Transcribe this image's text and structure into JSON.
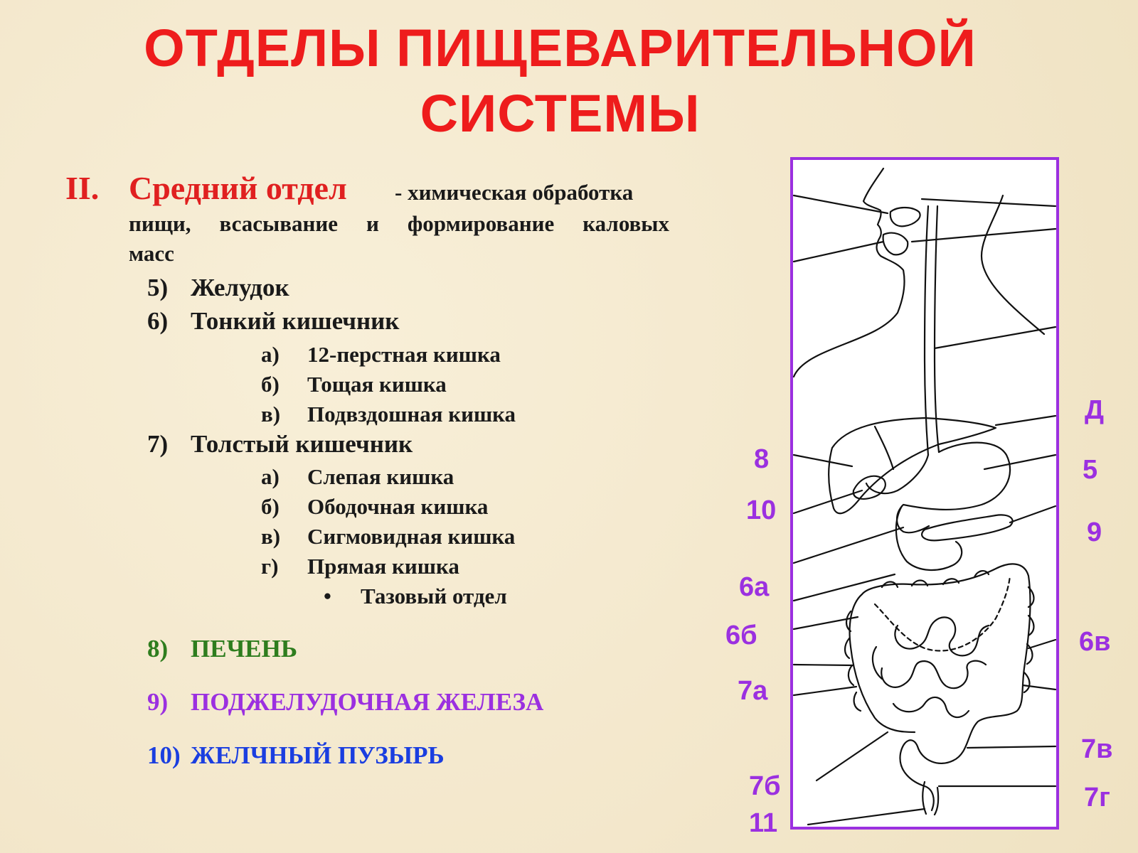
{
  "title": {
    "line1": "ОТДЕЛЫ ПИЩЕВАРИТЕЛЬНОЙ",
    "line2": "СИСТЕМЫ"
  },
  "section": {
    "number": "II.",
    "heading": "Средний отдел",
    "description_1": "- химическая обработка",
    "description_2": "пищи, всасывание и формирование каловых",
    "description_3": "масс"
  },
  "list": [
    {
      "num": "5)",
      "label": "Желудок"
    },
    {
      "num": "6)",
      "label": "Тонкий кишечник",
      "sub": [
        {
          "num": "а)",
          "label": "12-перстная кишка"
        },
        {
          "num": "б)",
          "label": "Тощая кишка"
        },
        {
          "num": "в)",
          "label": "Подвздошная кишка"
        }
      ]
    },
    {
      "num": "7)",
      "label": "Толстый кишечник",
      "sub": [
        {
          "num": "а)",
          "label": "Слепая кишка"
        },
        {
          "num": "б)",
          "label": "Ободочная кишка"
        },
        {
          "num": "в)",
          "label": "Сигмовидная кишка"
        },
        {
          "num": "г)",
          "label": "Прямая кишка"
        }
      ],
      "bullet": {
        "mark": "•",
        "label": "Тазовый отдел"
      }
    }
  ],
  "glands": [
    {
      "num": "8)",
      "label": "ПЕЧЕНЬ",
      "color": "#2e7d1e"
    },
    {
      "num": "9)",
      "label": "ПОДЖЕЛУДОЧНАЯ ЖЕЛЕЗА",
      "color": "#9b30e0"
    },
    {
      "num": "10)",
      "label": "ЖЕЛЧНЫЙ ПУЗЫРЬ",
      "color": "#1a3ee0"
    }
  ],
  "figure_labels": {
    "left": [
      "8",
      "10",
      "6а",
      "6б",
      "7а",
      "7б",
      "11"
    ],
    "right": [
      "Д",
      "5",
      "9",
      "6в",
      "7в",
      "7г"
    ]
  },
  "colors": {
    "title": "#ee1c1c",
    "section": "#e02020",
    "figure_labels": "#9b30e0",
    "frame": "#9b30e0"
  }
}
